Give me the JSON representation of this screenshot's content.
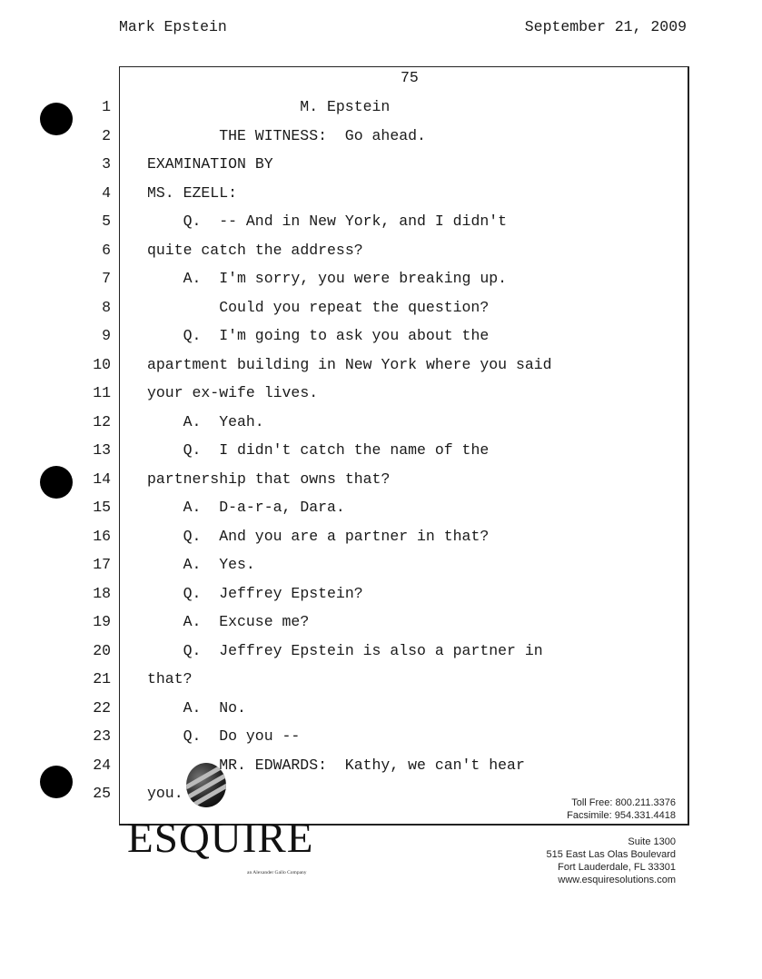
{
  "header": {
    "deponent": "Mark Epstein",
    "date": "September 21, 2009"
  },
  "page_number": "75",
  "lines": [
    {
      "n": "1",
      "text": "M. Epstein"
    },
    {
      "n": "2",
      "text": "THE WITNESS:  Go ahead."
    },
    {
      "n": "3",
      "text": "EXAMINATION BY"
    },
    {
      "n": "4",
      "text": "MS. EZELL:"
    },
    {
      "n": "5",
      "text": "Q.  -- And in New York, and I didn't"
    },
    {
      "n": "6",
      "text": "quite catch the address?"
    },
    {
      "n": "7",
      "text": "A.  I'm sorry, you were breaking up."
    },
    {
      "n": "8",
      "text": "Could you repeat the question?"
    },
    {
      "n": "9",
      "text": "Q.  I'm going to ask you about the"
    },
    {
      "n": "10",
      "text": "apartment building in New York where you said"
    },
    {
      "n": "11",
      "text": "your ex-wife lives."
    },
    {
      "n": "12",
      "text": "A.  Yeah."
    },
    {
      "n": "13",
      "text": "Q.  I didn't catch the name of the"
    },
    {
      "n": "14",
      "text": "partnership that owns that?"
    },
    {
      "n": "15",
      "text": "A.  D-a-r-a, Dara."
    },
    {
      "n": "16",
      "text": "Q.  And you are a partner in that?"
    },
    {
      "n": "17",
      "text": "A.  Yes."
    },
    {
      "n": "18",
      "text": "Q.  Jeffrey Epstein?"
    },
    {
      "n": "19",
      "text": "A.  Excuse me?"
    },
    {
      "n": "20",
      "text": "Q.  Jeffrey Epstein is also a partner in"
    },
    {
      "n": "21",
      "text": "that?"
    },
    {
      "n": "22",
      "text": "A.  No."
    },
    {
      "n": "23",
      "text": "Q.  Do you --"
    },
    {
      "n": "24",
      "text": "MR. EDWARDS:  Kathy, we can't hear"
    },
    {
      "n": "25",
      "text": "you."
    }
  ],
  "footer": {
    "company": "ESQUIRE",
    "tagline": "an Alexander Gallo Company",
    "toll_free": "Toll Free: 800.211.3376",
    "fax": "Facsimile: 954.331.4418",
    "suite": "Suite 1300",
    "street": "515 East Las Olas Boulevard",
    "city": "Fort Lauderdale, FL 33301",
    "web": "www.esquiresolutions.com"
  }
}
